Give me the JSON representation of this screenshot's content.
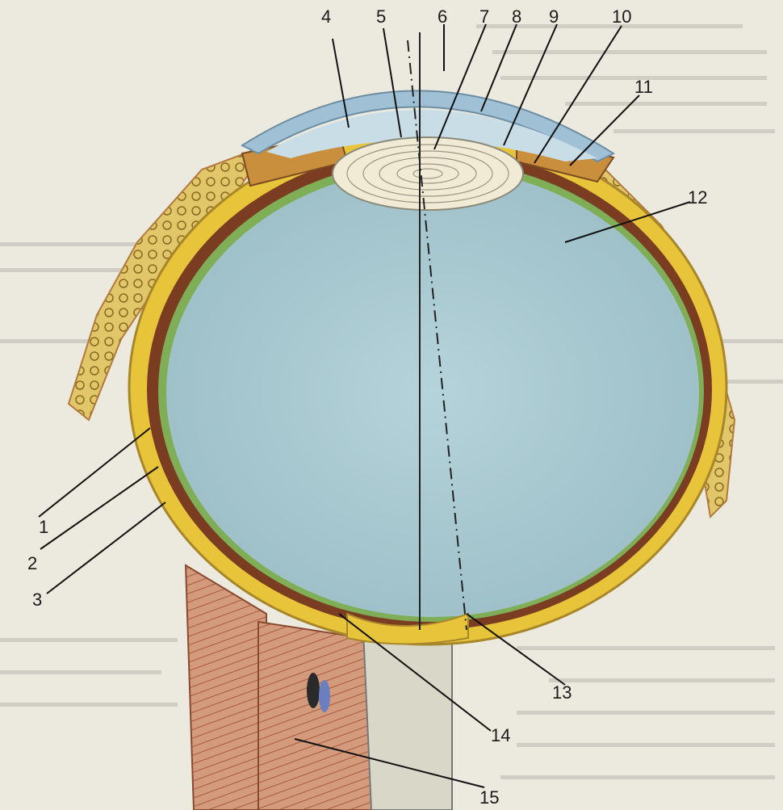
{
  "figure": {
    "labels": [
      {
        "id": "1",
        "text": "1"
      },
      {
        "id": "2",
        "text": "2"
      },
      {
        "id": "3",
        "text": "3"
      },
      {
        "id": "4",
        "text": "4"
      },
      {
        "id": "5",
        "text": "5"
      },
      {
        "id": "6",
        "text": "6"
      },
      {
        "id": "7",
        "text": "7"
      },
      {
        "id": "8",
        "text": "8"
      },
      {
        "id": "9",
        "text": "9"
      },
      {
        "id": "10",
        "text": "10"
      },
      {
        "id": "11",
        "text": "11"
      },
      {
        "id": "12",
        "text": "12"
      },
      {
        "id": "13",
        "text": "13"
      },
      {
        "id": "14",
        "text": "14"
      },
      {
        "id": "15",
        "text": "15"
      }
    ]
  },
  "colors": {
    "background": "#ece9df",
    "sclera": "#e8c43a",
    "choroid": "#7a3d22",
    "retina": "#7fae57",
    "vitreous": "#a9c8cf",
    "cornea": "#9fc0d5",
    "lens": "#f1ead4",
    "muscle": "#c98a6a"
  }
}
